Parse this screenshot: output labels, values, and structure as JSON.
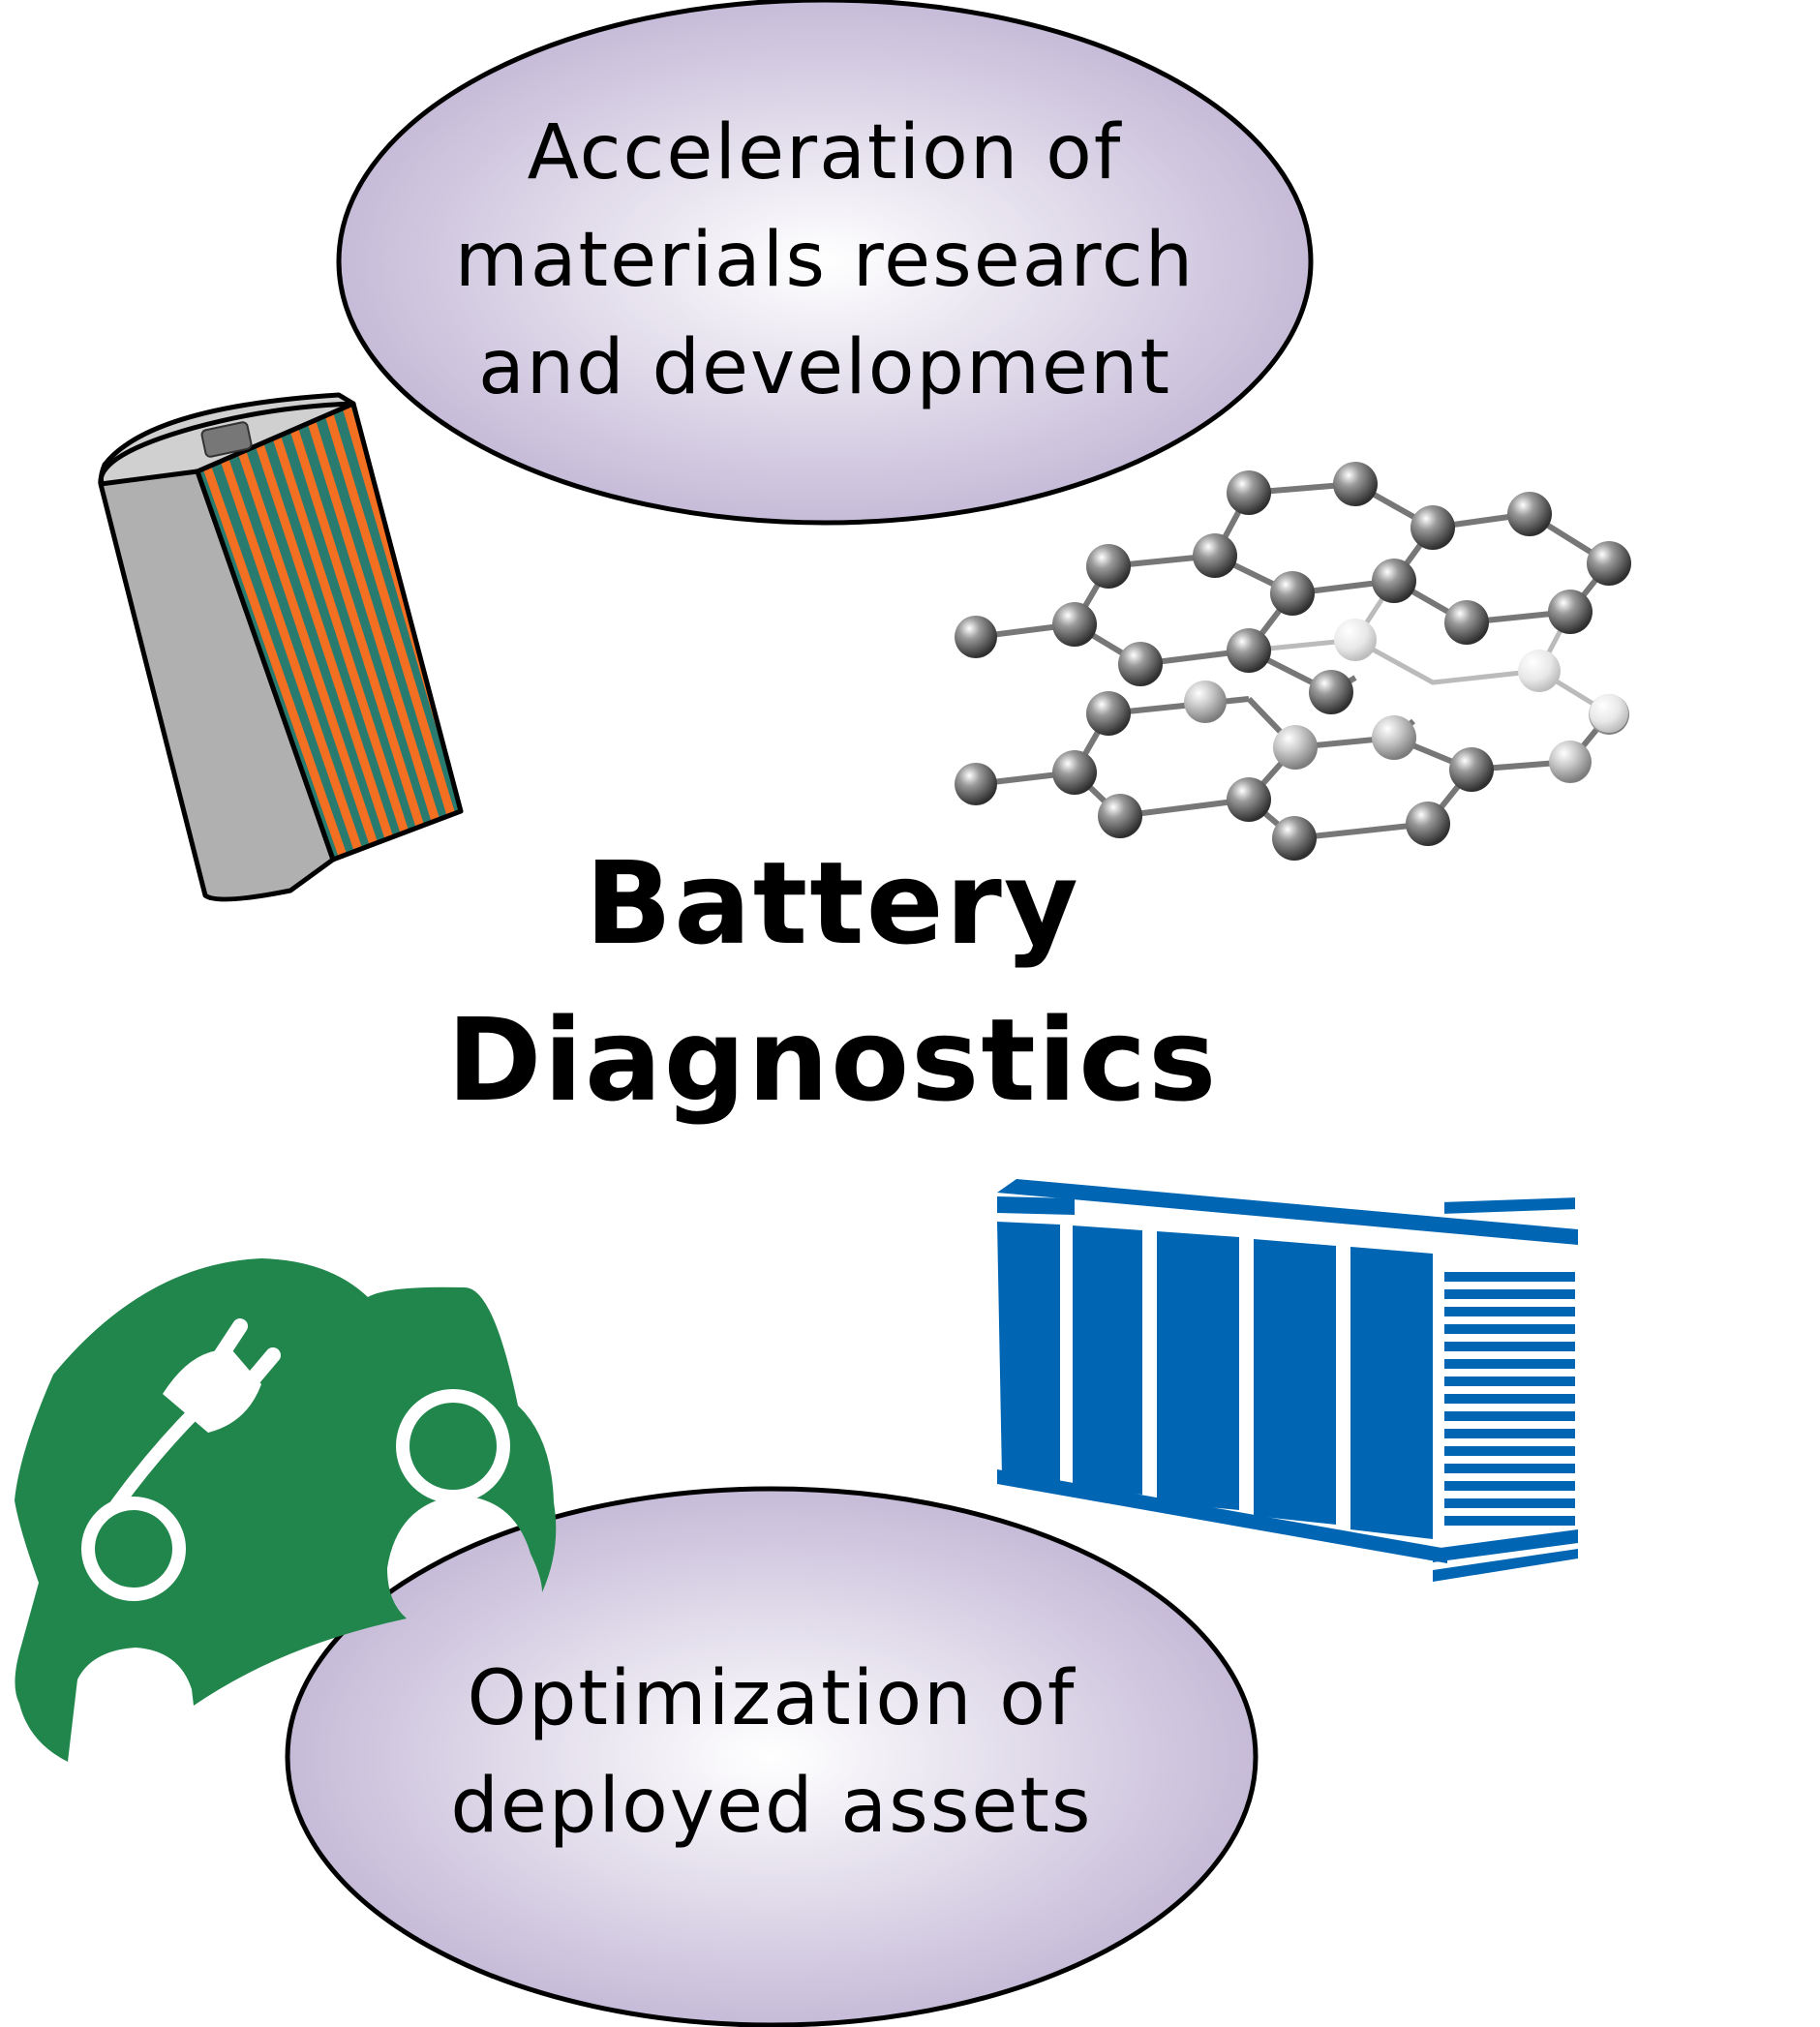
{
  "top_bubble": {
    "lines": [
      "Acceleration of",
      "materials research",
      "and development"
    ]
  },
  "center": {
    "lines": [
      "Battery",
      "Diagnostics"
    ]
  },
  "bottom_bubble": {
    "lines": [
      "Optimization of",
      "deployed assets"
    ]
  },
  "icons": {
    "cell": "cylindrical-battery-cell-icon",
    "lattice": "graphene-lattice-icon",
    "car": "electric-car-icon",
    "storage": "battery-storage-container-icon"
  },
  "colors": {
    "bubble_edge": "#c7bdd8",
    "bubble_center": "#ffffff",
    "ev_green": "#21864c",
    "container_blue": "#0066b3",
    "electrode_orange": "#f36f21",
    "electrode_teal": "#2a7b6f",
    "cell_gray": "#b0b0b0"
  }
}
